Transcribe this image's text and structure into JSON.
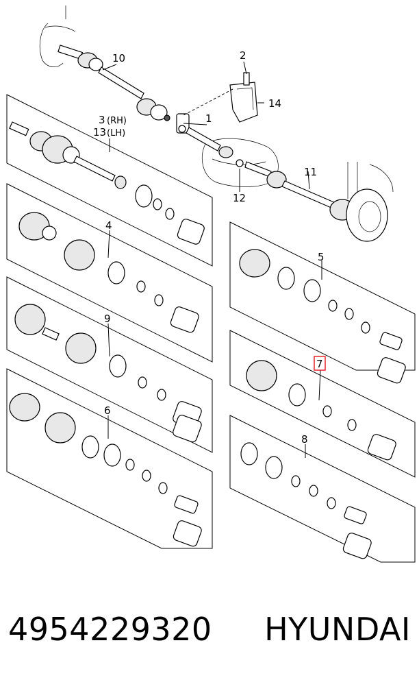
{
  "diagram": {
    "callouts": {
      "c1": "1",
      "c2": "2",
      "c3": "3",
      "c3_suffix": "(RH)",
      "c13": "13",
      "c13_suffix": "(LH)",
      "c4": "4",
      "c5": "5",
      "c6": "6",
      "c7": "7",
      "c8": "8",
      "c9": "9",
      "c10": "10",
      "c11": "11",
      "c12": "12",
      "c14": "14"
    },
    "highlight_color": "#e8202a"
  },
  "footer": {
    "part_number": "4954229320",
    "brand": "HYUNDAI"
  }
}
